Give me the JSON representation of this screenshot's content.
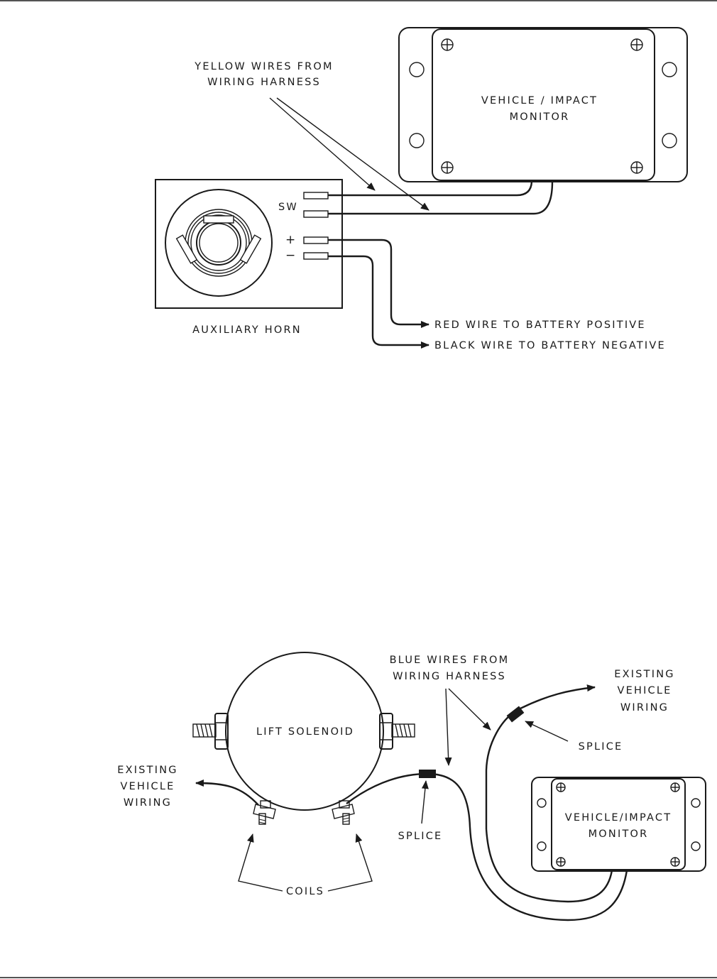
{
  "diagram1": {
    "monitor_label": [
      "VEHICLE / IMPACT",
      "MONITOR"
    ],
    "yellow_note": [
      "YELLOW WIRES FROM",
      "WIRING HARNESS"
    ],
    "sw_label": "SW",
    "plus_label": "+",
    "minus_label": "−",
    "horn_label": "AUXILIARY HORN",
    "red_wire_label": "RED WIRE TO BATTERY POSITIVE",
    "black_wire_label": "BLACK WIRE TO BATTERY NEGATIVE"
  },
  "diagram2": {
    "solenoid_label": "LIFT SOLENOID",
    "blue_note": [
      "BLUE WIRES FROM",
      "WIRING HARNESS"
    ],
    "existing_right": [
      "EXISTING",
      "VEHICLE",
      "WIRING"
    ],
    "existing_left": [
      "EXISTING",
      "VEHICLE",
      "WIRING"
    ],
    "splice_right": "SPLICE",
    "splice_left": "SPLICE",
    "coils_label": "COILS",
    "monitor_label": [
      "VEHICLE/IMPACT",
      "MONITOR"
    ]
  }
}
